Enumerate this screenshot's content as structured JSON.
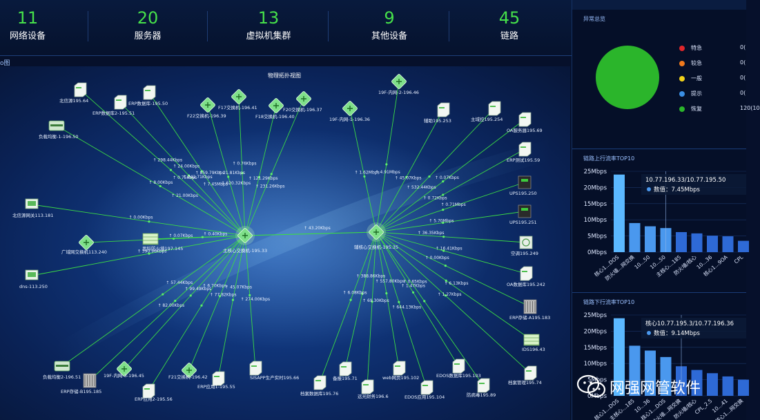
{
  "stats": [
    {
      "value": "11",
      "label": "网络设备"
    },
    {
      "value": "20",
      "label": "服务器"
    },
    {
      "value": "13",
      "label": "虚拟机集群"
    },
    {
      "value": "9",
      "label": "其他设备"
    },
    {
      "value": "45",
      "label": "链路"
    }
  ],
  "tab_label": "o图",
  "topology": {
    "title": "物理拓扑视图",
    "hubs": [
      {
        "id": "h1",
        "label": "主核心交换机-195.33"
      },
      {
        "id": "h2",
        "label": "辅核心交换机-195.35"
      }
    ],
    "hub_link_label": "↑ 43.20Kbps",
    "nodes": [
      {
        "label": "北信源195.64",
        "type": "server",
        "hub": "h1"
      },
      {
        "label": "ERP数据库2-195.51",
        "type": "server",
        "hub": "h1"
      },
      {
        "label": "ERP数据库-195.50",
        "type": "server",
        "hub": "h1"
      },
      {
        "label": "负载均衡-1-196.50",
        "type": "balancer",
        "hub": "h1"
      },
      {
        "label": "F22交换机-196.39",
        "type": "switch",
        "hub": "h1"
      },
      {
        "label": "F17交换机-196.41",
        "type": "switch",
        "hub": "h1"
      },
      {
        "label": "F18交换机-196.40",
        "type": "switch",
        "hub": "h1"
      },
      {
        "label": "F20交换机-196.37",
        "type": "switch",
        "hub": "h1"
      },
      {
        "label": "19F-内网-1-196.36",
        "type": "switch",
        "hub": "h2"
      },
      {
        "label": "19F-内网-2-196.46",
        "type": "switch",
        "hub": "h2"
      },
      {
        "label": "北信源网关113.181",
        "type": "monitor",
        "hub": "h1"
      },
      {
        "label": "广域网交换机113.240",
        "type": "switch",
        "hub": "h1"
      },
      {
        "label": "思科防火墙197.145",
        "type": "firewall",
        "hub": "h1"
      },
      {
        "label": "dns-113.250",
        "type": "monitor",
        "hub": "h1"
      },
      {
        "label": "负载均衡2-196.51",
        "type": "balancer",
        "hub": "h1"
      },
      {
        "label": "ERP存储-B195.185",
        "type": "storage",
        "hub": "h1"
      },
      {
        "label": "19F-内网-3-196.45",
        "type": "switch",
        "hub": "h1"
      },
      {
        "label": "ERP应用2-195.56",
        "type": "server",
        "hub": "h1"
      },
      {
        "label": "F21交换机-196.42",
        "type": "switch",
        "hub": "h1"
      },
      {
        "label": "ERP应用1-195.55",
        "type": "server",
        "hub": "h1"
      },
      {
        "label": "SISAPP生产实时195.66",
        "type": "server",
        "hub": "h1"
      },
      {
        "label": "辅助195.253",
        "type": "server",
        "hub": "h2"
      },
      {
        "label": "主域控195.254",
        "type": "server",
        "hub": "h2"
      },
      {
        "label": "OA服务器195.69",
        "type": "server",
        "hub": "h2"
      },
      {
        "label": "ERP测试195.59",
        "type": "server",
        "hub": "h2"
      },
      {
        "label": "UPS195.250",
        "type": "ups",
        "hub": "h2"
      },
      {
        "label": "UPS195.251",
        "type": "ups",
        "hub": "h2"
      },
      {
        "label": "空调195.249",
        "type": "ac",
        "hub": "h2"
      },
      {
        "label": "OA数据库195.242",
        "type": "server",
        "hub": "h2"
      },
      {
        "label": "ERP存储-A195.183",
        "type": "storage",
        "hub": "h2"
      },
      {
        "label": "IDS196.43",
        "type": "firewall",
        "hub": "h2"
      },
      {
        "label": "档案数据库195.76",
        "type": "server",
        "hub": "h2"
      },
      {
        "label": "备报195.71",
        "type": "server",
        "hub": "h2"
      },
      {
        "label": "远光财务196.6",
        "type": "server",
        "hub": "h2"
      },
      {
        "label": "web网页195.102",
        "type": "server",
        "hub": "h2"
      },
      {
        "label": "EDOS应用195.104",
        "type": "server",
        "hub": "h2"
      },
      {
        "label": "EDOS数据库195.103",
        "type": "server",
        "hub": "h2"
      },
      {
        "label": "防病毒195.89",
        "type": "server",
        "hub": "h2"
      },
      {
        "label": "档案管理195.74",
        "type": "server",
        "hub": "h2"
      }
    ],
    "edge_labels": [
      "↑ 298.44Kbps",
      "↑ 242.71Kbps",
      "↑ 7.45Mbps",
      "↑ 8.00Kbps",
      "↑ 620.32Kbps",
      "↑ 0.76Kbps",
      "↑ 121.29Kbps",
      "↑ 231.26Kbps",
      "↑ 1.62Mbps",
      "↑ 4.91Mbps",
      "↑ 0.00Kbps",
      "↑ 0.07Kbps",
      "↑ 0.40Kbps",
      "↑ 390.96Kbps",
      "↑ 57.44Kbps",
      "↑ 82.00Kbps",
      "↑ 99.49Kbps",
      "↑ 6.70Kbps",
      "↑ 77.82Kbps",
      "↑ 45.07Kbps",
      "↑ 274.00Kbps",
      "↑ 45.07Kbps",
      "↑ 532.44Kbps",
      "↑ 0.07Kbps",
      "↑ 0.72Kbps",
      "↑ 0.71Mbps",
      "↑ 5.70Mbps",
      "↑ 36.35Kbps",
      "↑ 16.41Kbps",
      "↑ 0.00Kbps",
      "↑ 6.13Kbps",
      "↑ 6.08Kbps",
      "↑ 388.86Kbps",
      "↑ 69.30Kbps",
      "↑ 557.80Kbps",
      "↑ 644.13Kbps",
      "↑ 1.47Kbps",
      "↑ 0.65Kbps",
      "↑ 1.27Kbps",
      "↑ 0.75Kbps",
      "↑ 24.00Kbps",
      "↑ 859.79Kbps",
      "↑ 21.00Kbps",
      "↑ 21.81Kbps"
    ]
  },
  "alarms": {
    "title": "异常总览",
    "pie_color": "#2bb52b",
    "items": [
      {
        "label": "特急",
        "value": "0(",
        "color": "#e0262b"
      },
      {
        "label": "较急",
        "value": "0(",
        "color": "#f07a1d"
      },
      {
        "label": "一般",
        "value": "0(",
        "color": "#f2d21a"
      },
      {
        "label": "提示",
        "value": "0(",
        "color": "#3b8fe5"
      },
      {
        "label": "恢复",
        "value": "120(10",
        "color": "#2bb52b"
      }
    ]
  },
  "chart_data": [
    {
      "type": "bar",
      "title": "链路上行流率TOP10",
      "ylim": [
        0,
        25
      ],
      "yticks": [
        "0Mbps",
        "5Mbps",
        "10Mbps",
        "15Mbps",
        "20Mbps",
        "25Mbps"
      ],
      "categories": [
        "核心1...DOS",
        "防火墙...网交换",
        "10...50",
        "10...50",
        "主核心...185",
        "防火墙/核心",
        "10...36",
        "核心1...9OA",
        "CPL"
      ],
      "values": [
        24,
        9,
        8,
        7.45,
        6.2,
        5.8,
        5.1,
        4.9,
        3.5
      ],
      "tooltip": {
        "title": "10.77.196.33/10.77.195.50",
        "label": "数值：7.45Mbps",
        "index": 3
      }
    },
    {
      "type": "bar",
      "title": "链路下行流率TOP10",
      "ylim": [
        0,
        25
      ],
      "yticks": [
        "0Mbps",
        "5Mbps",
        "10Mbps",
        "15Mbps",
        "20Mbps",
        "25Mbps"
      ],
      "categories": [
        "核心1...DOS",
        "主核心...185",
        "10...36",
        "核心1...DOS",
        "防火墙...网交换",
        "防火墙/核心",
        "CPL_2.5",
        "10...41",
        "核心1...网交换"
      ],
      "values": [
        24,
        15.5,
        14,
        12,
        9.14,
        8,
        7,
        6,
        5
      ],
      "tooltip": {
        "title": "核心10.77.195.3/10.77.196.36",
        "label": "数值：9.14Mbps",
        "index": 4
      }
    }
  ],
  "watermark": {
    "text": "网强网管软件"
  }
}
